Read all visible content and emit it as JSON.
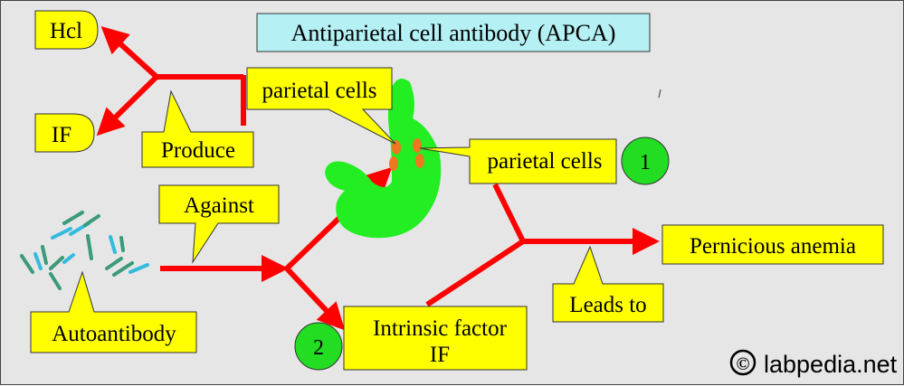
{
  "title": "Antiparietal cell antibody (APCA)",
  "labels": {
    "hcl": "Hcl",
    "if": "IF",
    "produce": "Produce",
    "parietal_cells_top": "parietal cells",
    "parietal_cells_right": "parietal cells",
    "against": "Against",
    "autoantibody": "Autoantibody",
    "intrinsic_factor_line1": "Intrinsic factor",
    "intrinsic_factor_line2": "IF",
    "leads_to": "Leads to",
    "pernicious_anemia": "Pernicious anemia"
  },
  "badges": {
    "one": "1",
    "two": "2"
  },
  "watermark": {
    "symbol": "©",
    "text": "labpedia.net"
  },
  "colors": {
    "background": "#e6e6e6",
    "box_fill": "#ffff00",
    "title_fill": "#b4f0f4",
    "arrow": "#ff0000",
    "stomach": "#22ee22",
    "cells": "#ee7722",
    "badge_fill": "#22dd22",
    "antibody_dark": "#3a9a7a",
    "antibody_light": "#33bbdd"
  }
}
